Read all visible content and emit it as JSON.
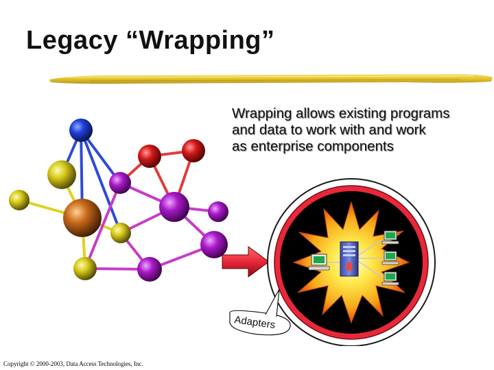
{
  "slide": {
    "title": "Legacy “Wrapping”",
    "description_lines": [
      "Wrapping allows existing programs",
      "and data to work with and work",
      "as enterprise components"
    ],
    "callout_label": "Adapters",
    "copyright": "Copyright © 2000-2003, Data Access Technologies, Inc."
  },
  "colors": {
    "title_underline": "#e8cc2a",
    "ring": "#e8283a",
    "arrow": "#e8283a",
    "star": "#f5c518",
    "disc": "#000000"
  }
}
